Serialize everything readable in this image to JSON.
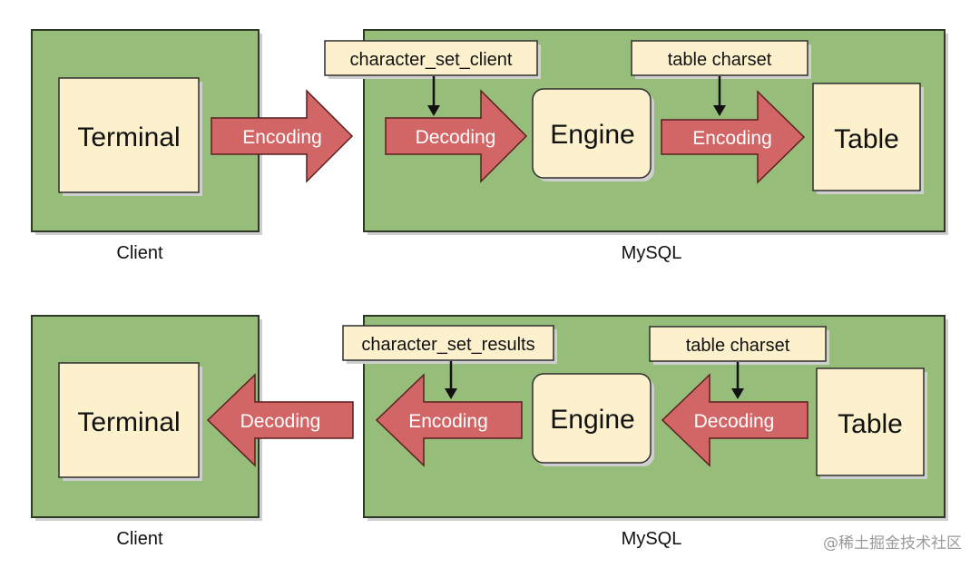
{
  "colors": {
    "container": "#96bd7a",
    "container_border": "#2e3a25",
    "box": "#fcf1cc",
    "box_border": "#2e2e2e",
    "arrow": "#d26565",
    "arrow_border": "#5a1f1f",
    "shadow": "#cfcfcf"
  },
  "upper": {
    "client_caption": "Client",
    "mysql_caption": "MySQL",
    "terminal": "Terminal",
    "engine": "Engine",
    "table": "Table",
    "arrow_client_to_mysql": "Encoding",
    "arrow_to_engine": "Decoding",
    "arrow_to_table": "Encoding",
    "label_left": "character_set_client",
    "label_right": "table charset"
  },
  "lower": {
    "client_caption": "Client",
    "mysql_caption": "MySQL",
    "terminal": "Terminal",
    "engine": "Engine",
    "table": "Table",
    "arrow_mysql_to_client": "Decoding",
    "arrow_from_engine": "Encoding",
    "arrow_from_table": "Decoding",
    "label_left": "character_set_results",
    "label_right": "table charset"
  },
  "watermark": "@稀土掘金技术社区"
}
